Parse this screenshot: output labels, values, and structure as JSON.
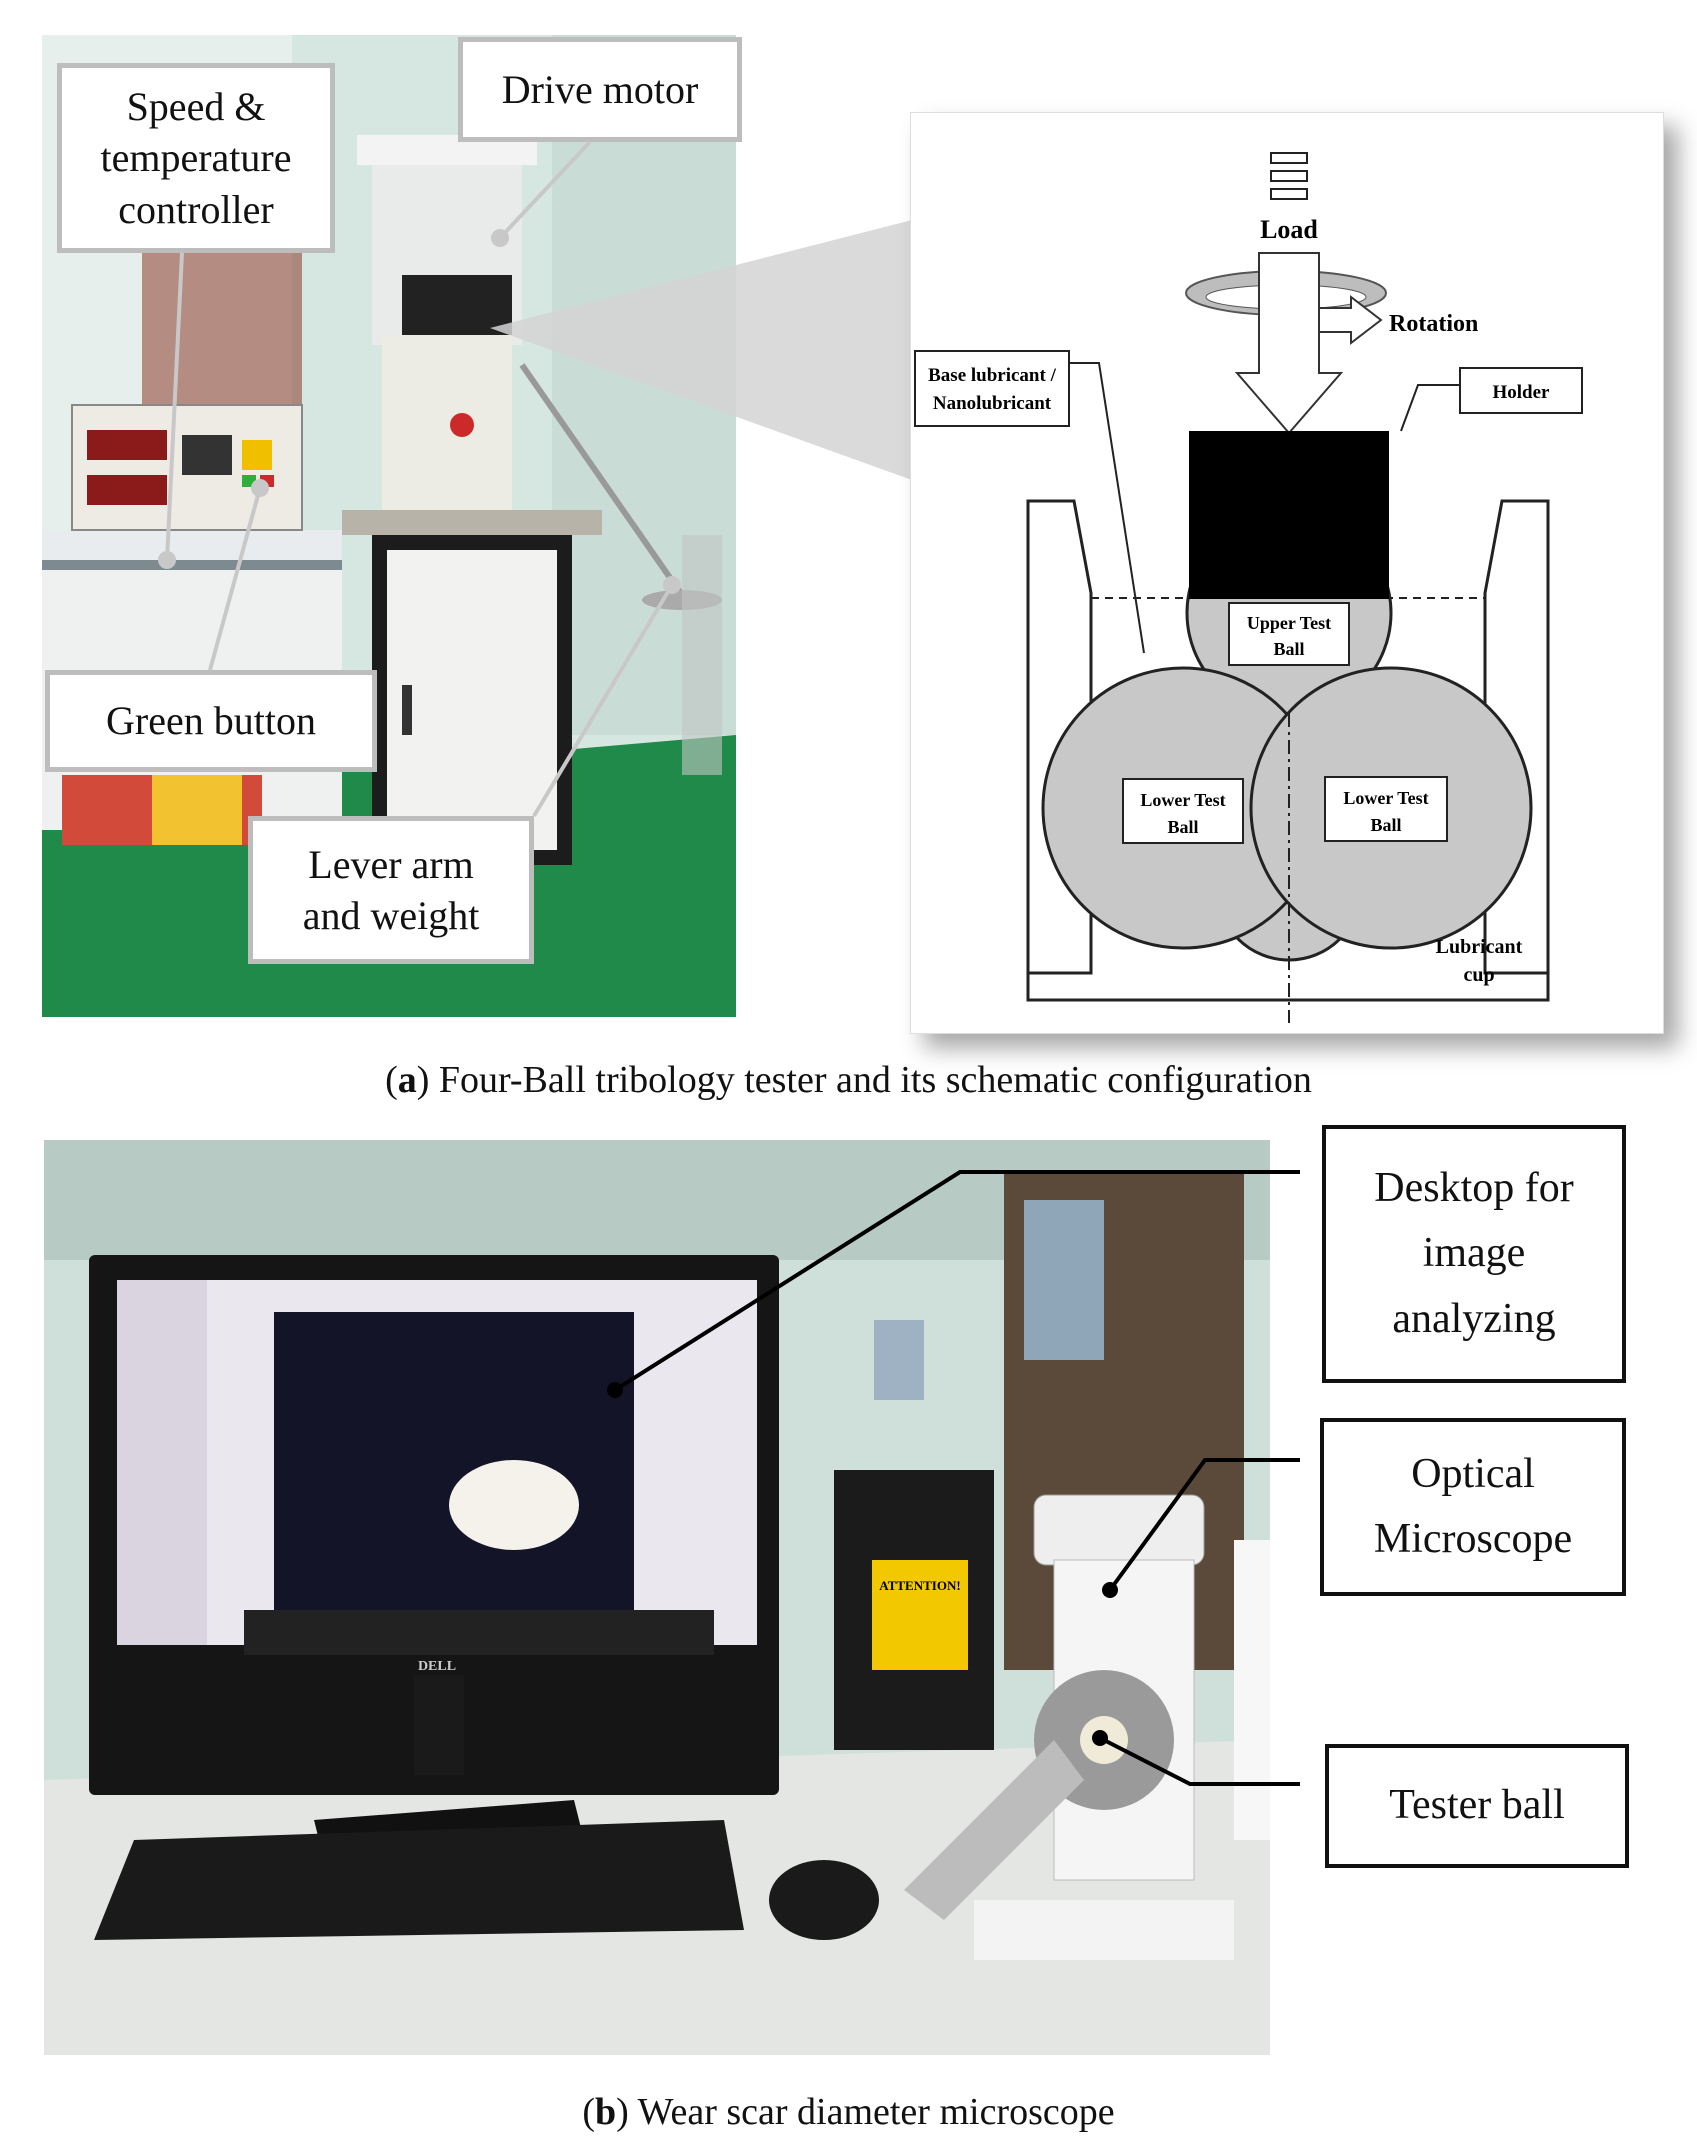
{
  "panel_a": {
    "callouts": {
      "speed_controller": "Speed &\ntemperature\ncontroller",
      "drive_motor": "Drive motor",
      "green_button": "Green button",
      "lever_arm": "Lever arm\nand weight"
    },
    "schematic": {
      "load": "Load",
      "rotation": "Rotation",
      "base_lubricant_1": "Base lubricant /",
      "base_lubricant_2": "Nanolubricant",
      "holder": "Holder",
      "upper_ball_1": "Upper Test",
      "upper_ball_2": "Ball",
      "lower_left_1": "Lower Test",
      "lower_left_2": "Ball",
      "lower_right_1": "Lower Test",
      "lower_right_2": "Ball",
      "cup_1": "Lubricant",
      "cup_2": "cup"
    },
    "caption_letter": "a",
    "caption_text": " Four-Ball tribology tester and its schematic configuration"
  },
  "panel_b": {
    "callouts": {
      "desktop": "Desktop for\nimage\nanalyzing",
      "microscope": "Optical\nMicroscope",
      "tester_ball": "Tester ball"
    },
    "photo_labels": {
      "monitor_brand": "DELL",
      "warning_sticker": "ATTENTION!"
    },
    "caption_letter": "b",
    "caption_text": " Wear scar diameter microscope"
  },
  "colors": {
    "lab_wall": "#cfe3dc",
    "floor_green": "#1f8a4a",
    "schematic_grey": "#c8c8c8"
  }
}
